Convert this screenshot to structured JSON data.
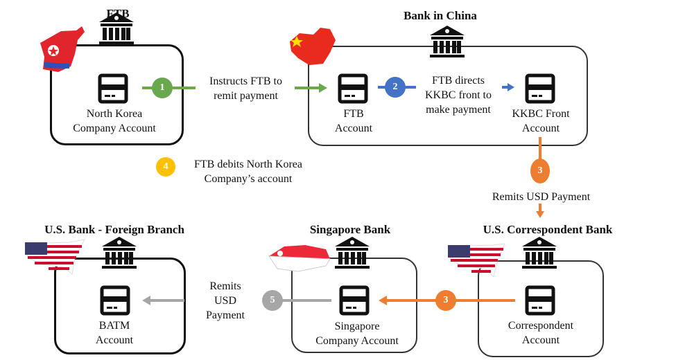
{
  "colors": {
    "step1": "#6aa84f",
    "step2": "#4472c4",
    "step3": "#ed7d31",
    "step4": "#ffc000",
    "step5": "#a6a6a6"
  },
  "banks": {
    "ftb": {
      "title": "FTB",
      "flag": "north-korea",
      "account": "North Korea\nCompany Account"
    },
    "china": {
      "title": "Bank in China",
      "flag": "china",
      "accounts": [
        "FTB\nAccount",
        "KKBC Front\nAccount"
      ]
    },
    "us_branch": {
      "title": "U.S. Bank - Foreign Branch",
      "flag": "usa",
      "account": "BATM\nAccount"
    },
    "singapore": {
      "title": "Singapore Bank",
      "flag": "singapore",
      "account": "Singapore\nCompany Account"
    },
    "us_corr": {
      "title": "U.S. Correspondent Bank",
      "flag": "usa",
      "account": "Correspondent\nAccount"
    }
  },
  "steps": [
    {
      "num": "1",
      "text": "Instructs FTB to\nremit payment"
    },
    {
      "num": "2",
      "text": "FTB directs\nKKBC front to\nmake payment"
    },
    {
      "num": "3",
      "text": "Remits USD Payment"
    },
    {
      "num": "4",
      "text": "FTB debits North Korea\nCompany’s account"
    },
    {
      "num": "3",
      "text": ""
    },
    {
      "num": "5",
      "text": "Remits\nUSD\nPayment"
    }
  ]
}
